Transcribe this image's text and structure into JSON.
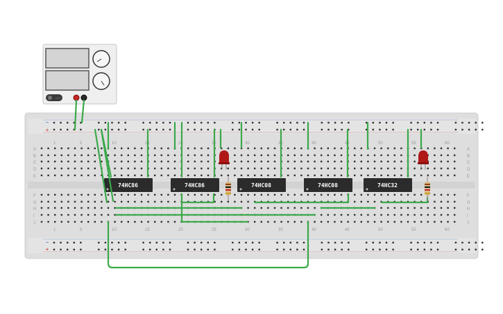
{
  "chips": [
    {
      "label": "74HC86"
    },
    {
      "label": "74HC86"
    },
    {
      "label": "74HC08"
    },
    {
      "label": "74HC08"
    },
    {
      "label": "74HC32"
    }
  ],
  "column_numbers": [
    "1",
    "5",
    "10",
    "15",
    "20",
    "25",
    "30",
    "35",
    "40",
    "45",
    "50",
    "55",
    "60"
  ],
  "row_letters_top": [
    "A",
    "B",
    "C",
    "D",
    "E"
  ],
  "row_letters_bottom": [
    "F",
    "G",
    "H",
    "I",
    "J"
  ],
  "rail_signs": {
    "minus": "−",
    "plus": "+"
  },
  "power_supply": {
    "button_label": "OFF",
    "knob1_label": "",
    "knob2_label": ""
  },
  "colors": {
    "board": "#dedede",
    "wire": "#3aa94a",
    "chip": "#2b2b2b",
    "led": "#b01818",
    "rail_minus": "#4a78c8",
    "rail_plus": "#d24b4b"
  }
}
